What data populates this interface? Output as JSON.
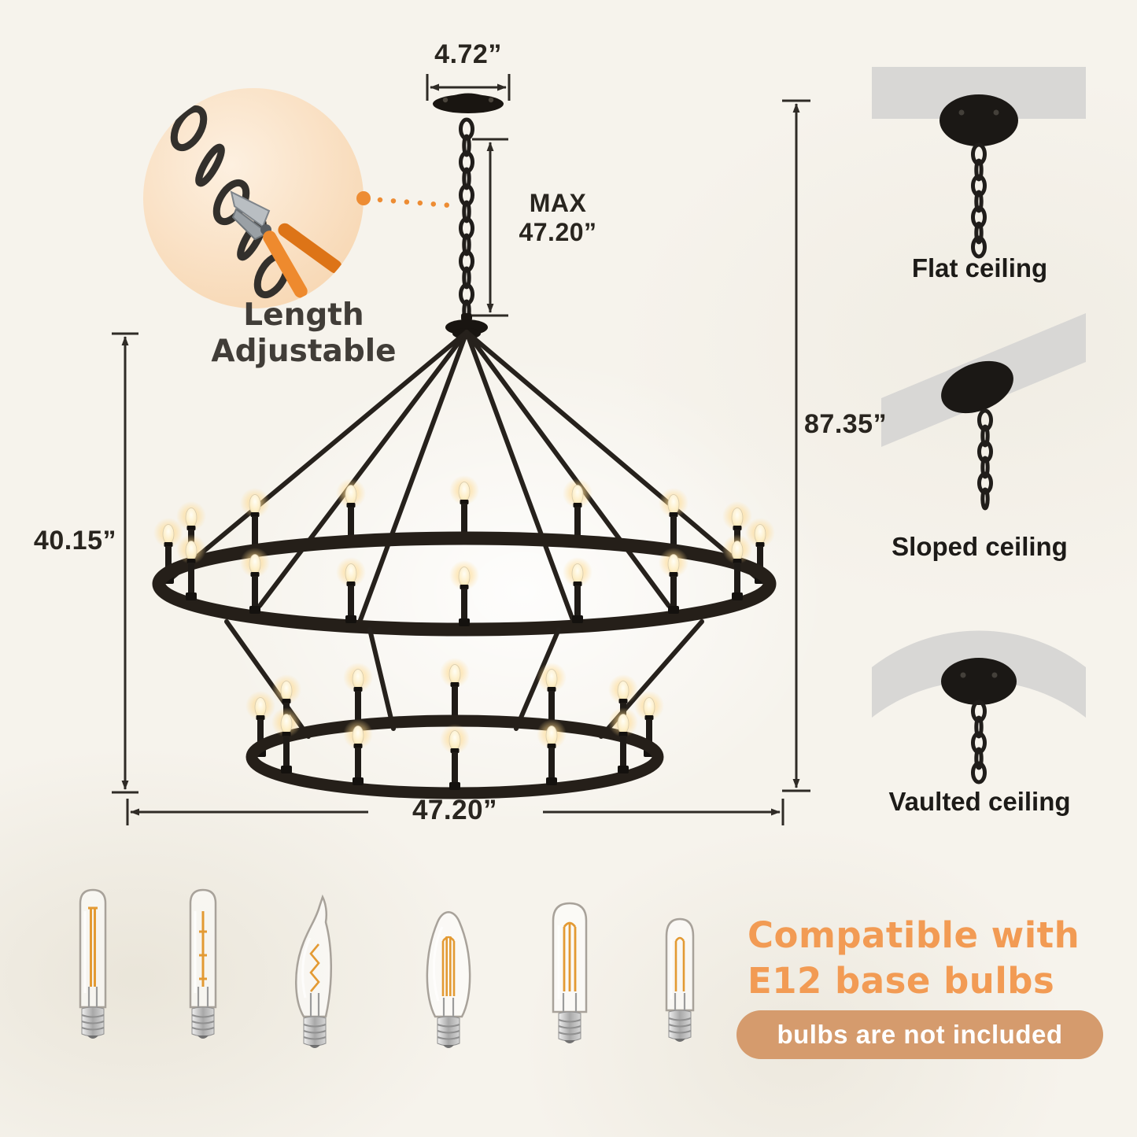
{
  "dimensions": {
    "canopy_width": "4.72”",
    "chain_label": "MAX",
    "chain_length": "47.20”",
    "total_height": "87.35”",
    "fixture_height": "40.15”",
    "fixture_width": "47.20”"
  },
  "adjustable": {
    "line1": "Length",
    "line2": "Adjustable"
  },
  "ceiling_options": [
    {
      "label": "Flat ceiling"
    },
    {
      "label": "Sloped ceiling"
    },
    {
      "label": "Vaulted ceiling"
    }
  ],
  "compatibility": {
    "line1": "Compatible with",
    "line2": "E12 base bulbs",
    "badge": "bulbs are not included"
  },
  "colors": {
    "accent_orange": "#ed8c33",
    "headline_orange": "#f29b54",
    "badge_background": "#d59b6d",
    "fixture_black": "#251f19",
    "ceiling_gray": "#d8d7d5",
    "background": "#f6f3ec"
  }
}
